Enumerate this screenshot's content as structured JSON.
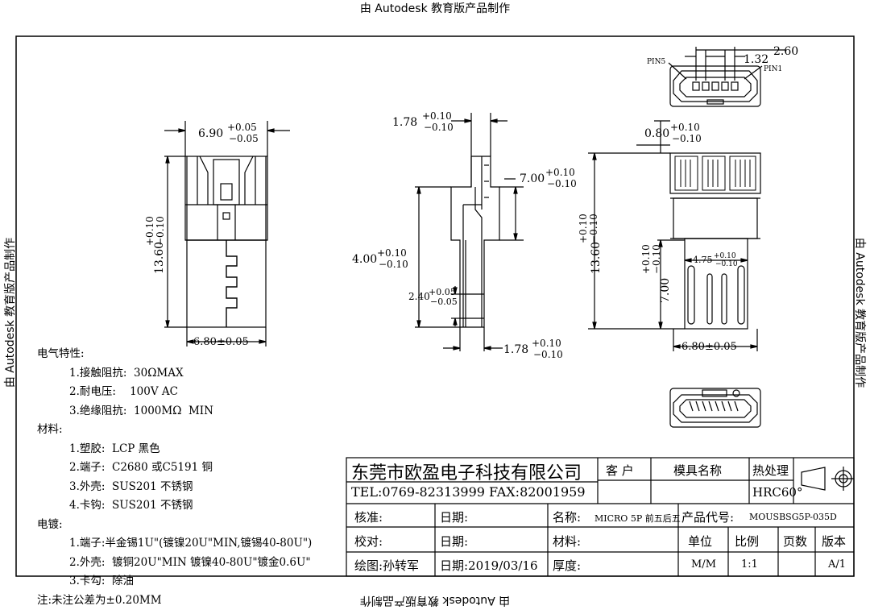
{
  "watermark": "由 Autodesk 教育版产品制作",
  "dims": {
    "front_width": "6.90",
    "tol_p005": "+0.05",
    "tol_m005": "−0.05",
    "tol_p010": "+0.10",
    "tol_m010": "−0.10",
    "front_height": "13.60",
    "front_bottom": "6.80±0.05",
    "side_top": "1.78",
    "side_right": "7.00",
    "side_left": "4.00",
    "side_small": "2.40",
    "side_bottom": "1.78",
    "end_top_a": "1.32",
    "end_top_b": "2.60",
    "pin5": "PIN5",
    "pin1": "PIN1",
    "right_top": "0.80",
    "right_height": "13.60",
    "right_inner_h": "7.00",
    "right_inner_w": "4.75",
    "right_bottom": "6.80±0.05"
  },
  "notes": {
    "elec_title": "电气特性:",
    "elec": [
      "1.接触阻抗:  30ΩMAX",
      "2.耐电压:    100V AC",
      "3.绝缘阻抗:  1000MΩ  MIN"
    ],
    "mat_title": "材料:",
    "mat": [
      "1.塑胶:  LCP 黑色",
      "2.端子:  C2680 或C5191 铜",
      "3.外壳:  SUS201 不锈钢",
      "4.卡钩:  SUS201 不锈钢"
    ],
    "plat_title": "电镀:",
    "plat": [
      "1.端子:半金锡1U\"(镀镍20U\"MIN,镀锡40-80U\")",
      "2.外壳:  镀铜20U\"MIN 镀镍40-80U\"镀金0.6U\"",
      "3.卡勾:  除油"
    ],
    "tolerance": "注:未注公差为±0.20MM"
  },
  "titleblock": {
    "company": "东莞市欧盈电子科技有限公司",
    "contact": "TEL:0769-82313999 FAX:82001959",
    "customer": "客  户",
    "mold_name": "模具名称",
    "heat": "热处理",
    "hrc": "HRC60°",
    "approve": "核准:",
    "date1": "日期:",
    "name_label": "名称:",
    "name_value": "MICRO 5P 前五后五",
    "code_label": "产品代号:",
    "code_value": "MOUSBSG5P-035D",
    "check": "校对:",
    "date2": "日期:",
    "material": "材料:",
    "unit": "单位",
    "scale": "比例",
    "pages": "页数",
    "version": "版本",
    "drawn": "绘图:孙转军",
    "date3": "日期:2019/03/16",
    "thickness": "厚度:",
    "unit_val": "M/M",
    "scale_val": "1:1",
    "version_val": "A/1"
  }
}
